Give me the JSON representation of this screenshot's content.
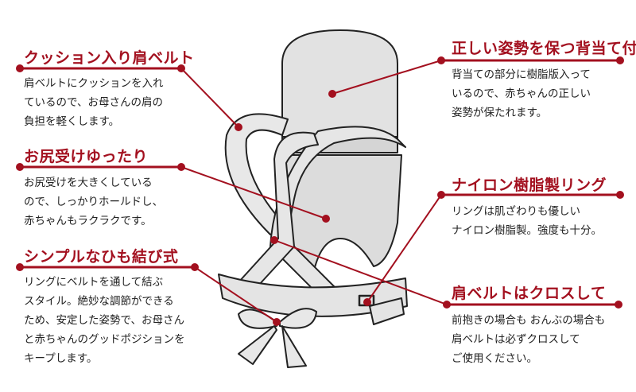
{
  "accent_color": "#a3101f",
  "callouts": [
    {
      "title": "クッション入り肩ベルト",
      "lines": [
        "肩ベルトにクッションを入れ",
        "ているので、お母さんの肩の",
        "負担を軽くします。"
      ]
    },
    {
      "title": "お尻受けゆったり",
      "lines": [
        "お尻受けを大きくしている",
        "ので、しっかりホールドし、",
        "赤ちゃんもラクラクです。"
      ]
    },
    {
      "title": "シンプルなひも結び式",
      "lines": [
        "リングにベルトを通して結ぶ",
        "スタイル。絶妙な調節ができる",
        "ため、安定した姿勢で、お母さん",
        "と赤ちゃんのグッドポジションを",
        "キープします。"
      ]
    },
    {
      "title": "正しい姿勢を保つ背当て付",
      "lines": [
        "背当ての部分に樹脂版入って",
        "いるので、赤ちゃんの正しい",
        "姿勢が保たれます。"
      ]
    },
    {
      "title": "ナイロン樹脂製リング",
      "lines": [
        "リングは肌ざわりも優しい",
        "ナイロン樹脂製。強度も十分。"
      ]
    },
    {
      "title": "肩ベルトはクロスして",
      "lines": [
        "前抱きの場合も おんぶの場合も",
        "肩ベルトは必ずクロスして",
        "ご使用ください。"
      ]
    }
  ]
}
